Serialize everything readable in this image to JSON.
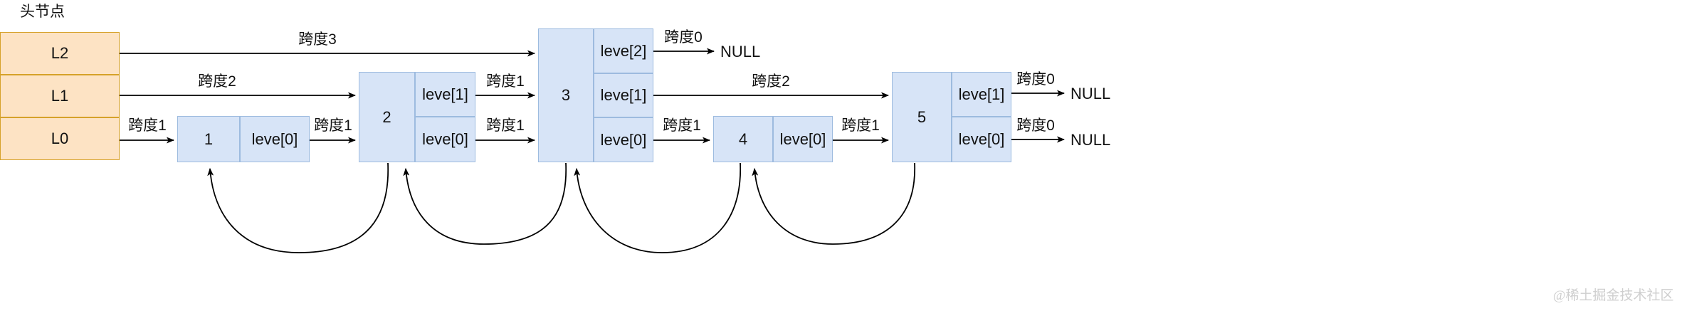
{
  "diagram": {
    "title": "头节点",
    "watermark": "@稀土掘金技术社区",
    "colors": {
      "head_fill": "#fde3c4",
      "head_stroke": "#d6a22a",
      "node_fill": "#d7e4f7",
      "node_stroke": "#9dbbdf",
      "arrow": "#000000",
      "background": "#ffffff"
    },
    "head_node": {
      "label": "头节点",
      "levels": [
        {
          "name": "L2"
        },
        {
          "name": "L1"
        },
        {
          "name": "L0"
        }
      ]
    },
    "nodes": [
      {
        "value": "1",
        "levels": [
          "leve[0]"
        ]
      },
      {
        "value": "2",
        "levels": [
          "leve[1]",
          "leve[0]"
        ]
      },
      {
        "value": "3",
        "levels": [
          "leve[2]",
          "leve[1]",
          "leve[0]"
        ]
      },
      {
        "value": "4",
        "levels": [
          "leve[0]"
        ]
      },
      {
        "value": "5",
        "levels": [
          "leve[1]",
          "leve[0]"
        ]
      }
    ],
    "terminals": [
      {
        "label": "NULL",
        "level": "L2"
      },
      {
        "label": "NULL",
        "level": "L1"
      },
      {
        "label": "NULL",
        "level": "L0"
      }
    ],
    "forward_links": [
      {
        "id": "l2-head-to-3",
        "level": "L2",
        "from": "head",
        "to": "3",
        "span_label": "跨度3"
      },
      {
        "id": "l2-3-to-null",
        "level": "L2",
        "from": "3",
        "to": "NULL",
        "span_label": "跨度0"
      },
      {
        "id": "l1-head-to-2",
        "level": "L1",
        "from": "head",
        "to": "2",
        "span_label": "跨度2"
      },
      {
        "id": "l1-2-to-3",
        "level": "L1",
        "from": "2",
        "to": "3",
        "span_label": "跨度1"
      },
      {
        "id": "l1-3-to-5",
        "level": "L1",
        "from": "3",
        "to": "5",
        "span_label": "跨度2"
      },
      {
        "id": "l1-5-to-null",
        "level": "L1",
        "from": "5",
        "to": "NULL",
        "span_label": "跨度0"
      },
      {
        "id": "l0-head-to-1",
        "level": "L0",
        "from": "head",
        "to": "1",
        "span_label": "跨度1"
      },
      {
        "id": "l0-1-to-2",
        "level": "L0",
        "from": "1",
        "to": "2",
        "span_label": "跨度1"
      },
      {
        "id": "l0-2-to-3",
        "level": "L0",
        "from": "2",
        "to": "3",
        "span_label": "跨度1"
      },
      {
        "id": "l0-3-to-4",
        "level": "L0",
        "from": "3",
        "to": "4",
        "span_label": "跨度1"
      },
      {
        "id": "l0-4-to-5",
        "level": "L0",
        "from": "4",
        "to": "5",
        "span_label": "跨度1"
      },
      {
        "id": "l0-5-to-null",
        "level": "L0",
        "from": "5",
        "to": "NULL",
        "span_label": "跨度0"
      }
    ],
    "backward_links": [
      {
        "id": "back-2-to-1",
        "from": "2",
        "to": "1"
      },
      {
        "id": "back-3-to-2",
        "from": "3",
        "to": "2"
      },
      {
        "id": "back-4-to-3",
        "from": "4",
        "to": "3"
      },
      {
        "id": "back-5-to-4",
        "from": "5",
        "to": "4"
      }
    ]
  }
}
